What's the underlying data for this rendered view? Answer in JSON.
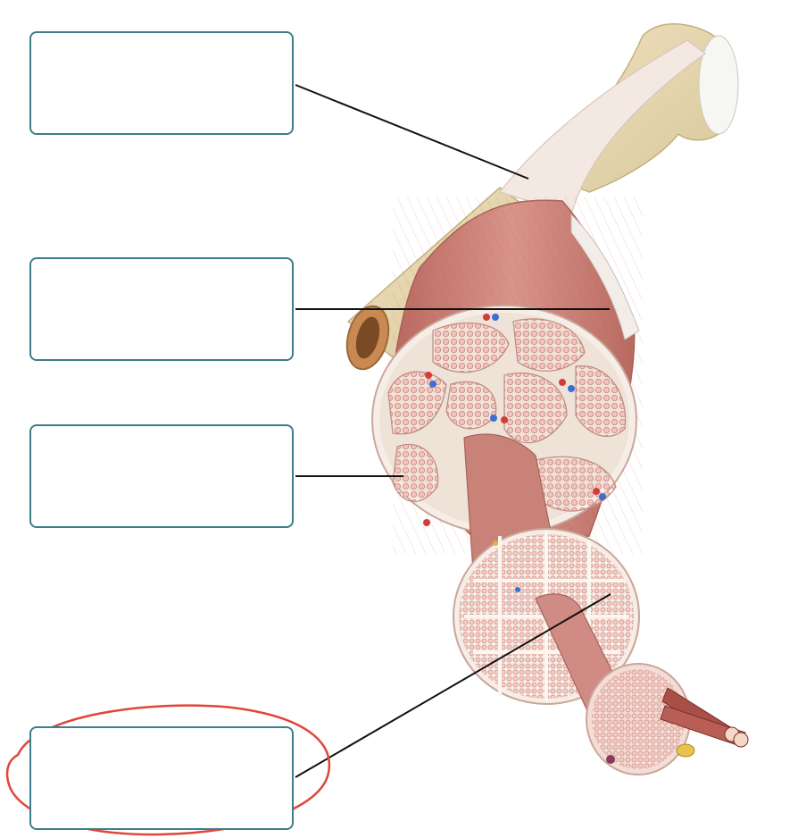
{
  "diagram": {
    "labels": [
      {
        "id": "label-1",
        "text": ""
      },
      {
        "id": "label-2",
        "text": ""
      },
      {
        "id": "label-3",
        "text": ""
      },
      {
        "id": "label-4",
        "text": ""
      }
    ],
    "highlight_color": "#e0463a",
    "box_border_color": "#3d7d8c"
  }
}
